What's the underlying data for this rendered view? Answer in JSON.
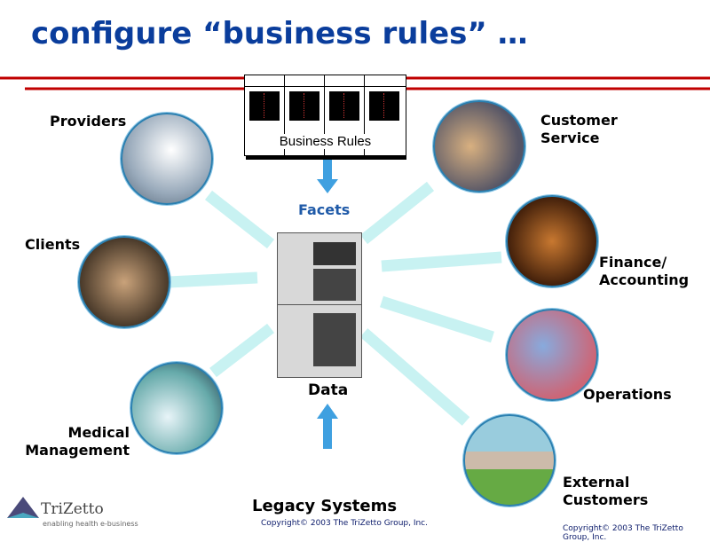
{
  "title": "configure “business rules” …",
  "business_rules": "Business Rules",
  "facets": "Facets",
  "data": "Data",
  "legacy": "Legacy Systems",
  "copyright_center": "Copyright© 2003 The TriZetto Group, Inc.",
  "copyright_right": "Copyright© 2003 The TriZetto Group, Inc.",
  "logo": {
    "name": "TriZetto",
    "tagline": "enabling health e-business"
  },
  "left": [
    {
      "label": "Providers"
    },
    {
      "label": "Clients"
    },
    {
      "label": "Medical Management"
    }
  ],
  "right": [
    {
      "label": "Customer Service"
    },
    {
      "label": "Finance/ Accounting"
    },
    {
      "label": "Operations"
    },
    {
      "label": "External Customers"
    }
  ],
  "colors": {
    "title": "#0a3d9c",
    "rule": "#c00000",
    "arrow": "#3fa0e0",
    "connector": "#c8f2f2",
    "facets": "#1f5aa8"
  }
}
